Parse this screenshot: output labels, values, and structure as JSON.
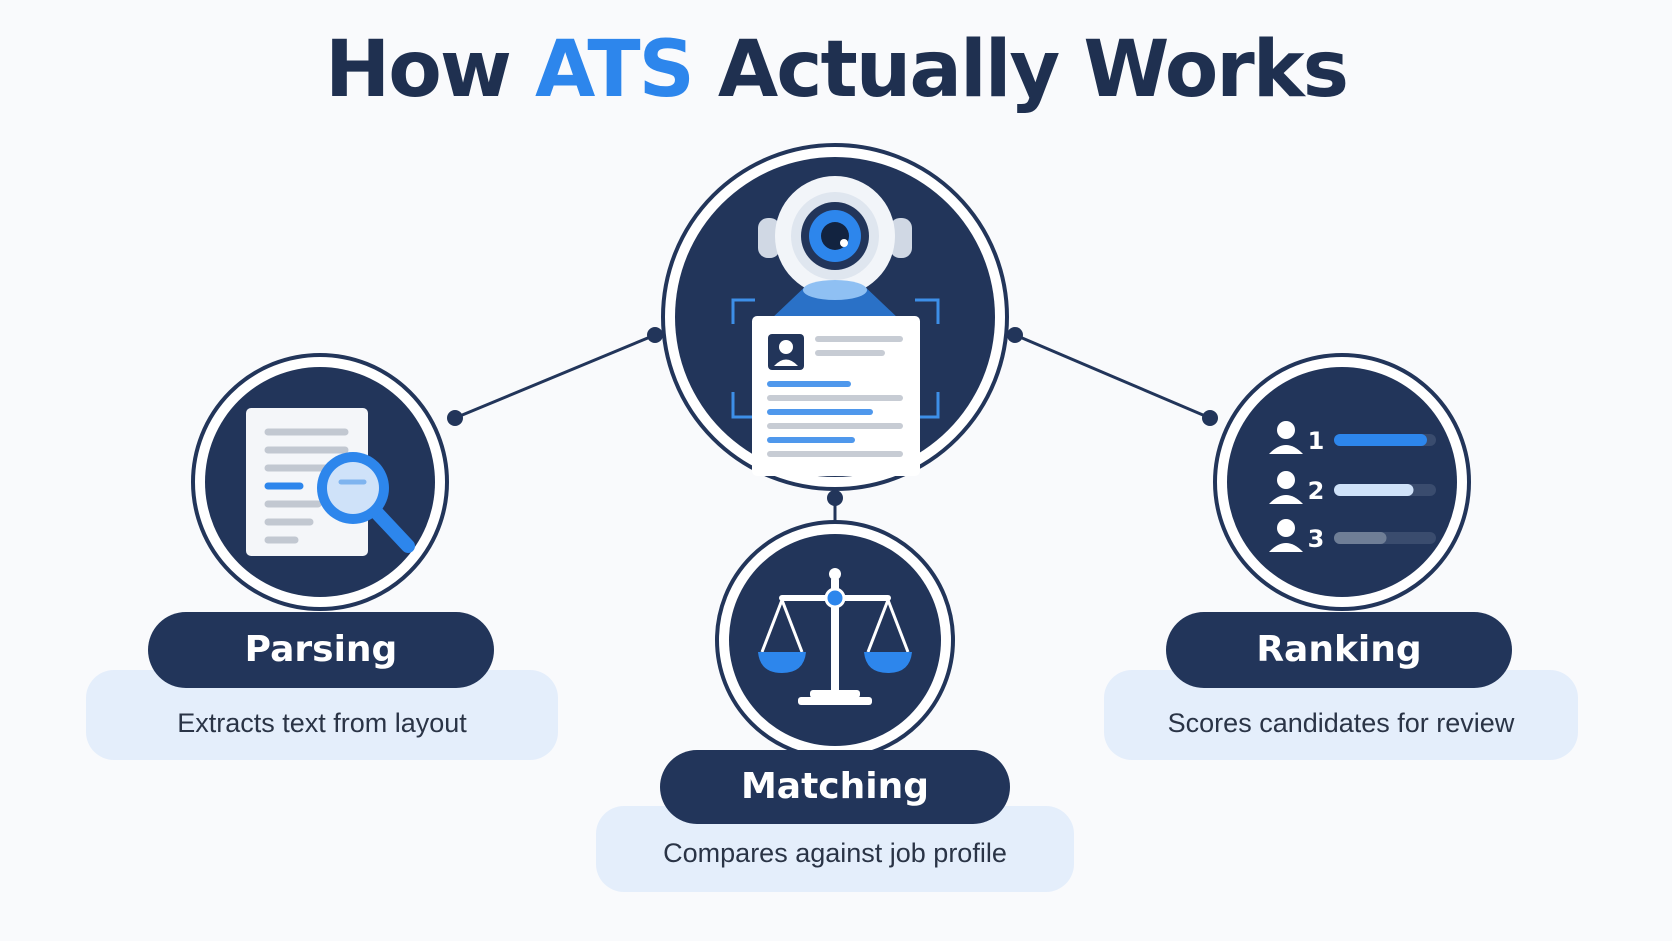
{
  "title": {
    "prefix": "How",
    "accent": "ATS",
    "suffix": "Actually Works"
  },
  "colors": {
    "navy": "#22355a",
    "accent_blue": "#2d86ec",
    "light_blue": "#e4eefb",
    "title_text": "#1f3050"
  },
  "center": {
    "icon": "scanner-eye-resume-icon"
  },
  "steps": [
    {
      "id": "parsing",
      "label": "Parsing",
      "description": "Extracts text from layout",
      "icon": "document-magnifier-icon"
    },
    {
      "id": "matching",
      "label": "Matching",
      "description": "Compares against job profile",
      "icon": "balance-scale-icon"
    },
    {
      "id": "ranking",
      "label": "Ranking",
      "description": "Scores candidates for review",
      "icon": "ranked-list-icon"
    }
  ],
  "ranking_list": [
    {
      "rank": "1",
      "level": 0.9
    },
    {
      "rank": "2",
      "level": 0.75
    },
    {
      "rank": "3",
      "level": 0.45
    }
  ]
}
